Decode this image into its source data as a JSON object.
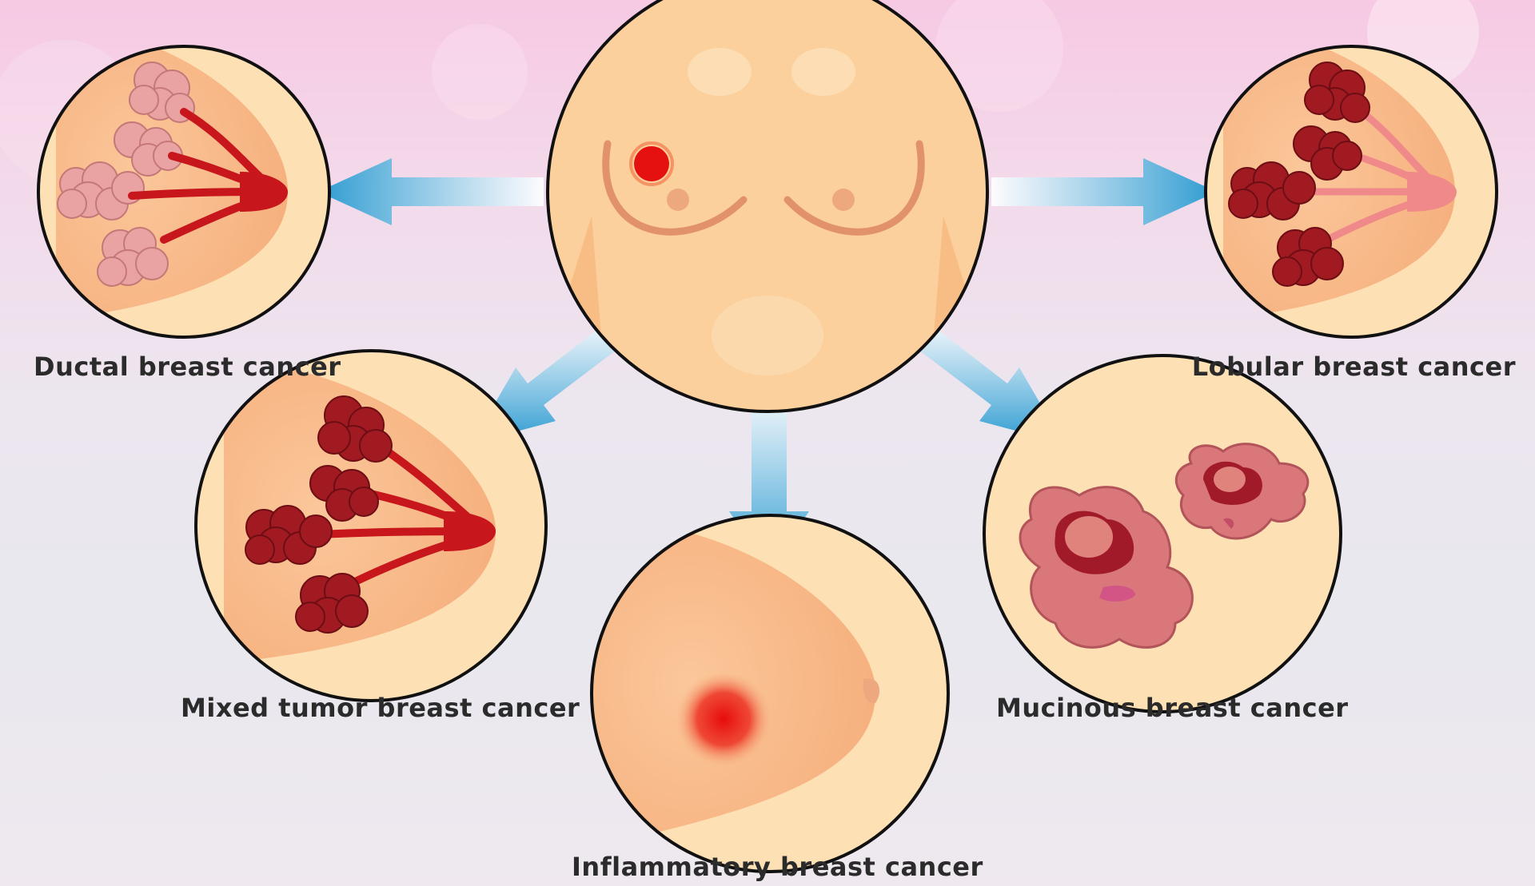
{
  "center": {
    "title": ""
  },
  "labels": {
    "ductal": "Ductal breast cancer",
    "lobular": "Lobular breast cancer",
    "mixed": "Mixed tumor breast cancer",
    "mucinous": "Mucinous breast cancer",
    "inflammatory": "Inflammatory breast cancer"
  },
  "colors": {
    "skin": "#fcd8a6",
    "skin_dark": "#f5b27a",
    "duct_red": "#c7161c",
    "lobule_pink": "#eba8a8",
    "lobule_dark": "#9e1a24",
    "arrow_blue": "#3fa2d3",
    "outline": "#111111"
  },
  "icons": {
    "center": "torso-icon",
    "ductal": "ductal-cancer-icon",
    "lobular": "lobular-cancer-icon",
    "mixed": "mixed-tumor-icon",
    "mucinous": "mucinous-cancer-icon",
    "inflammatory": "inflammatory-cancer-icon"
  }
}
